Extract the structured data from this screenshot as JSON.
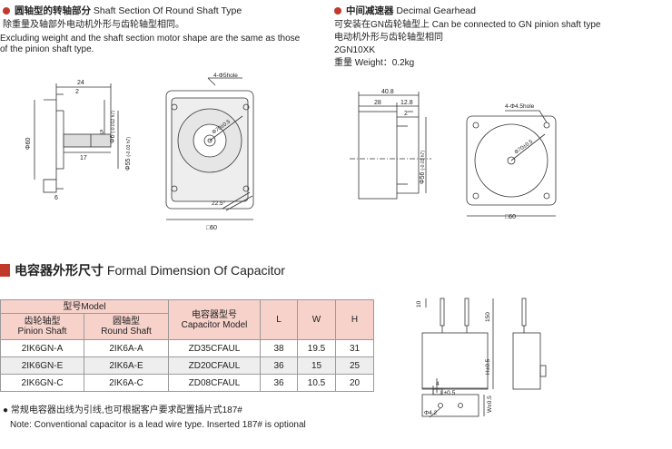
{
  "shaft_section": {
    "title_cn": "圆轴型的转轴部分",
    "title_en": "Shaft Section Of Round Shaft Type",
    "desc_cn": "除重量及轴部外电动机外形与齿轮轴型相同。",
    "desc_en_1": "Excluding weight and the shaft section motor shape are the same as those",
    "desc_en_2": "of the pinion shaft type.",
    "dims": {
      "d24": "24",
      "d2": "2",
      "d5": "5",
      "d17": "17",
      "d6": "6",
      "d60": "Φ60",
      "shaft_dia": "Φ6",
      "shaft_tol": "(-0.012 h7)",
      "flange_dia": "Φ55",
      "flange_tol": "(-0.03 h7)",
      "holes": "4-Φ5hole",
      "pcd": "Φ70±0.5",
      "angle": "22.5°",
      "square": "□60"
    }
  },
  "gearhead": {
    "title_cn": "中间减速器",
    "title_en": "Decimal Gearhead",
    "line1_cn": "可安装在GN齿轮轴型上",
    "line1_en": "Can be connected to GN pinion shaft type",
    "line2_cn": "电动机外形与齿轮轴型相同",
    "model": "2GN10XK",
    "weight_cn": "重量",
    "weight_en": "Weight：0.2kg",
    "dims": {
      "d408": "40.8",
      "d28": "28",
      "d128": "12.8",
      "d2": "2",
      "d56": "Φ56",
      "d56tol": "(-0.03 h7)",
      "holes": "4-Φ4.5hole",
      "pcd": "Φ70±0.5",
      "square": "□60"
    }
  },
  "capacitor": {
    "title_cn": "电容器外形尺寸",
    "title_en": "Formal Dimension Of Capacitor",
    "table": {
      "model_cn": "型号Model",
      "pinion_cn": "齿轮轴型",
      "pinion_en": "Pinion Shaft",
      "round_cn": "圆轴型",
      "round_en": "Round Shaft",
      "cap_cn": "电容器型号",
      "cap_en": "Capacitor Model",
      "col_l": "L",
      "col_w": "W",
      "col_h": "H",
      "rows": [
        {
          "pinion": "2IK6GN-A",
          "round": "2IK6A-A",
          "cap": "ZD35CFAUL",
          "l": "38",
          "w": "19.5",
          "h": "31"
        },
        {
          "pinion": "2IK6GN-E",
          "round": "2IK6A-E",
          "cap": "ZD20CFAUL",
          "l": "36",
          "w": "15",
          "h": "25"
        },
        {
          "pinion": "2IK6GN-C",
          "round": "2IK6A-C",
          "cap": "ZD08CFAUL",
          "l": "36",
          "w": "10.5",
          "h": "20"
        }
      ]
    },
    "note_cn": "常规电容器出线为引线,也可根据客户要求配置插片式187#",
    "note_en": "Note: Conventional capacitor is a lead wire type. Inserted 187# is optional",
    "dims": {
      "d10": "10",
      "d150": "150",
      "h": "H±0.5",
      "d4": "4",
      "l": "L±0.5",
      "w": "W±0.5",
      "hole": "Φ4.2"
    }
  },
  "colors": {
    "accent": "#c0392b",
    "table_header": "#f7d2cb",
    "table_alt": "#eeeeee"
  }
}
